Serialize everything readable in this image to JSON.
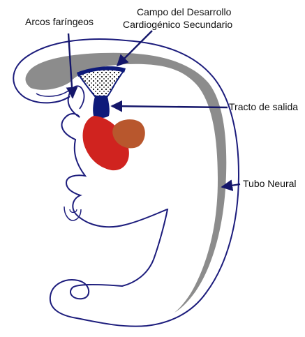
{
  "diagram": {
    "labels": {
      "pharyngeal_arches": "Arcos faríngeos",
      "shf_line1": "Campo del Desarrollo",
      "shf_line2": "Cardiogénico Secundario",
      "outflow_tract": "Tracto de salida",
      "neural_tube": "Tubo Neural"
    },
    "colors": {
      "outline": "#1c1c7c",
      "neural_tube": "#8c8c8c",
      "heart_red": "#d0231f",
      "heart_brown": "#b8572d",
      "outflow_navy": "#0e1a7a",
      "arrow": "#14166a"
    }
  }
}
